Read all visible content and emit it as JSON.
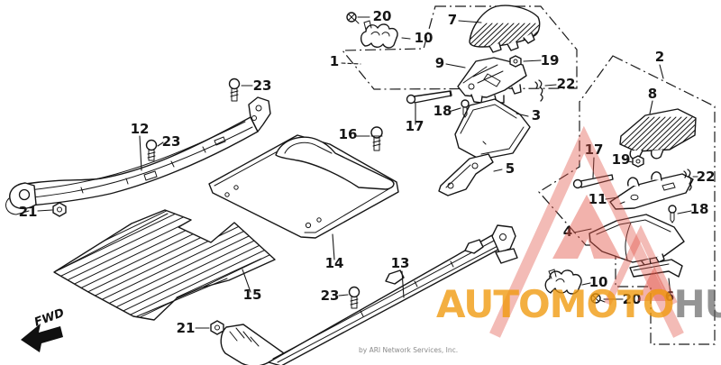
{
  "watermark": {
    "brand_left": "AUTOMOTO",
    "brand_right": "HUB"
  },
  "footer": {
    "copyright": "by ARI Network Services, Inc."
  },
  "colors": {
    "logo": "rgba(226,84,72,0.40)",
    "logo_solid": "rgba(226,84,72,0.45)",
    "brand_left": "rgba(240,152,12,0.78)",
    "brand_right": "rgba(92,92,92,0.66)",
    "line": "#161616"
  },
  "diagram": {
    "fwd_label": "FWD",
    "callouts": [
      {
        "id": "20-top",
        "text": "20"
      },
      {
        "id": "10-top",
        "text": "10"
      },
      {
        "id": "7",
        "text": "7"
      },
      {
        "id": "1",
        "text": "1"
      },
      {
        "id": "9",
        "text": "9"
      },
      {
        "id": "19-top",
        "text": "19"
      },
      {
        "id": "22-top",
        "text": "22"
      },
      {
        "id": "2",
        "text": "2"
      },
      {
        "id": "8",
        "text": "8"
      },
      {
        "id": "23-top",
        "text": "23"
      },
      {
        "id": "12",
        "text": "12"
      },
      {
        "id": "23-left",
        "text": "23"
      },
      {
        "id": "16",
        "text": "16"
      },
      {
        "id": "17-left",
        "text": "17"
      },
      {
        "id": "18-left",
        "text": "18"
      },
      {
        "id": "3",
        "text": "3"
      },
      {
        "id": "5",
        "text": "5"
      },
      {
        "id": "21-left",
        "text": "21"
      },
      {
        "id": "15",
        "text": "15"
      },
      {
        "id": "21-bottom",
        "text": "21"
      },
      {
        "id": "14",
        "text": "14"
      },
      {
        "id": "13",
        "text": "13"
      },
      {
        "id": "23-bottom",
        "text": "23"
      },
      {
        "id": "17-right",
        "text": "17"
      },
      {
        "id": "19-right",
        "text": "19"
      },
      {
        "id": "22-right",
        "text": "22"
      },
      {
        "id": "11",
        "text": "11"
      },
      {
        "id": "18-right",
        "text": "18"
      },
      {
        "id": "4",
        "text": "4"
      },
      {
        "id": "6",
        "text": "6"
      },
      {
        "id": "10-bottom",
        "text": "10"
      },
      {
        "id": "20-bottom",
        "text": "20"
      }
    ]
  }
}
